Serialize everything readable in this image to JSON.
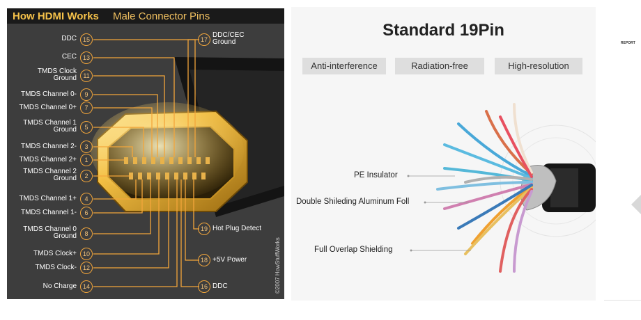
{
  "left_panel": {
    "title_bold": "How HDMI Works",
    "title_rest": "Male Connector Pins",
    "copyright": "©2007 HowStuffWorks",
    "left_pins": [
      {
        "num": "15",
        "label": "DDC"
      },
      {
        "num": "13",
        "label": "CEC"
      },
      {
        "num": "11",
        "label": "TMDS Clock\nGround"
      },
      {
        "num": "9",
        "label": "TMDS Channel 0-"
      },
      {
        "num": "7",
        "label": "TMDS Channel 0+"
      },
      {
        "num": "5",
        "label": "TMDS Channel 1\nGround"
      },
      {
        "num": "3",
        "label": "TMDS Channel 2-"
      },
      {
        "num": "1",
        "label": "TMDS Channel 2+"
      },
      {
        "num": "2",
        "label": "TMDS Channel 2\nGround"
      },
      {
        "num": "4",
        "label": "TMDS Channel 1+"
      },
      {
        "num": "6",
        "label": "TMDS Channel 1-"
      },
      {
        "num": "8",
        "label": "TMDS Channel 0\nGround"
      },
      {
        "num": "10",
        "label": "TMDS Clock+"
      },
      {
        "num": "12",
        "label": "TMDS Clock-"
      },
      {
        "num": "14",
        "label": "No Charge"
      }
    ],
    "right_pins": [
      {
        "num": "17",
        "label": "DDC/CEC\nGround"
      },
      {
        "num": "19",
        "label": "Hot Plug Detect"
      },
      {
        "num": "18",
        "label": "+5V Power"
      },
      {
        "num": "16",
        "label": "DDC"
      }
    ]
  },
  "mid_panel": {
    "title": "Standard 19Pin",
    "tags": [
      "Anti-interference",
      "Radiation-free",
      "High-resolution"
    ],
    "callouts": [
      "PE Insulator",
      "Double Shileding Aluminum Foll",
      "Full Overlap Shielding"
    ]
  },
  "right_panel": {
    "report_label": "REPORT"
  },
  "colors": {
    "pin_accent": "#f3a63b",
    "title_gold": "#f6c24a",
    "panel_dark": "#3d3d3d"
  }
}
